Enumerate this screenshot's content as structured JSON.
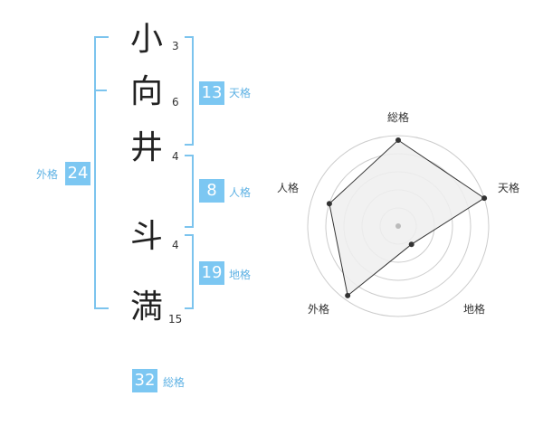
{
  "name_chars": [
    {
      "char": "小",
      "strokes": "3"
    },
    {
      "char": "向",
      "strokes": "6"
    },
    {
      "char": "井",
      "strokes": "4"
    },
    {
      "char": "斗",
      "strokes": "4"
    },
    {
      "char": "満",
      "strokes": "15"
    }
  ],
  "fortunes": {
    "tenkaku": {
      "value": "13",
      "label": "天格"
    },
    "jinkaku": {
      "value": "8",
      "label": "人格"
    },
    "chikaku": {
      "value": "19",
      "label": "地格"
    },
    "gaikaku": {
      "value": "24",
      "label": "外格"
    },
    "soukaku": {
      "value": "32",
      "label": "総格"
    }
  },
  "chart_data": {
    "type": "radar",
    "axes": [
      "総格",
      "天格",
      "地格",
      "外格",
      "人格"
    ],
    "values": [
      0.95,
      1.0,
      0.25,
      0.95,
      0.8
    ],
    "range": [
      0,
      1
    ],
    "rings": 5,
    "colors": {
      "fill": "#eeeeee",
      "line": "#333333",
      "ring": "#cccccc",
      "center": "#bbbbbb"
    }
  }
}
